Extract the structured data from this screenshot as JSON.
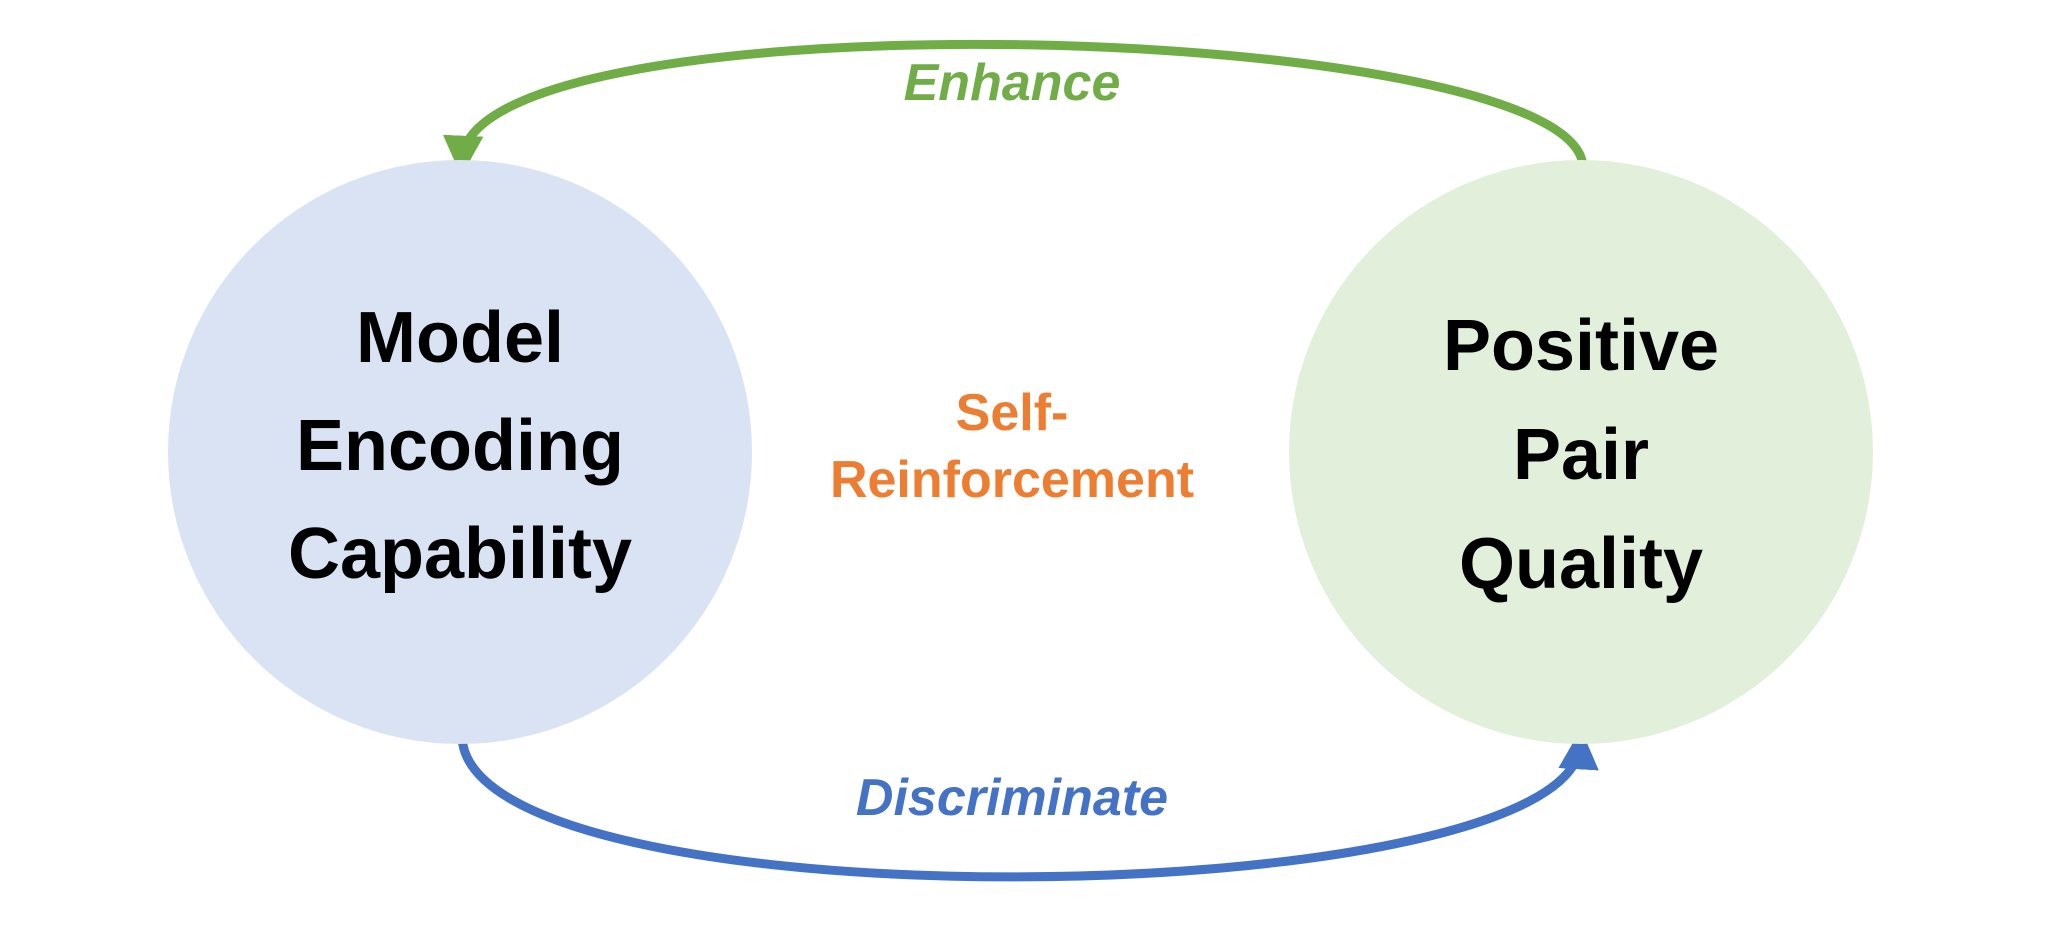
{
  "nodes": {
    "left": {
      "lines": [
        "Model",
        "Encoding",
        "Capability"
      ],
      "fill": "#dae3f3"
    },
    "right": {
      "lines": [
        "Positive",
        "Pair",
        "Quality"
      ],
      "fill": "#e2efda"
    }
  },
  "edges": {
    "top": {
      "label": "Enhance",
      "color": "#70ad47",
      "direction": "right-node to left-node"
    },
    "bottom": {
      "label": "Discriminate",
      "color": "#4472c4",
      "direction": "left-node to right-node"
    }
  },
  "center": {
    "lines": [
      "Self-",
      "Reinforcement"
    ],
    "color": "#ed7d31"
  }
}
